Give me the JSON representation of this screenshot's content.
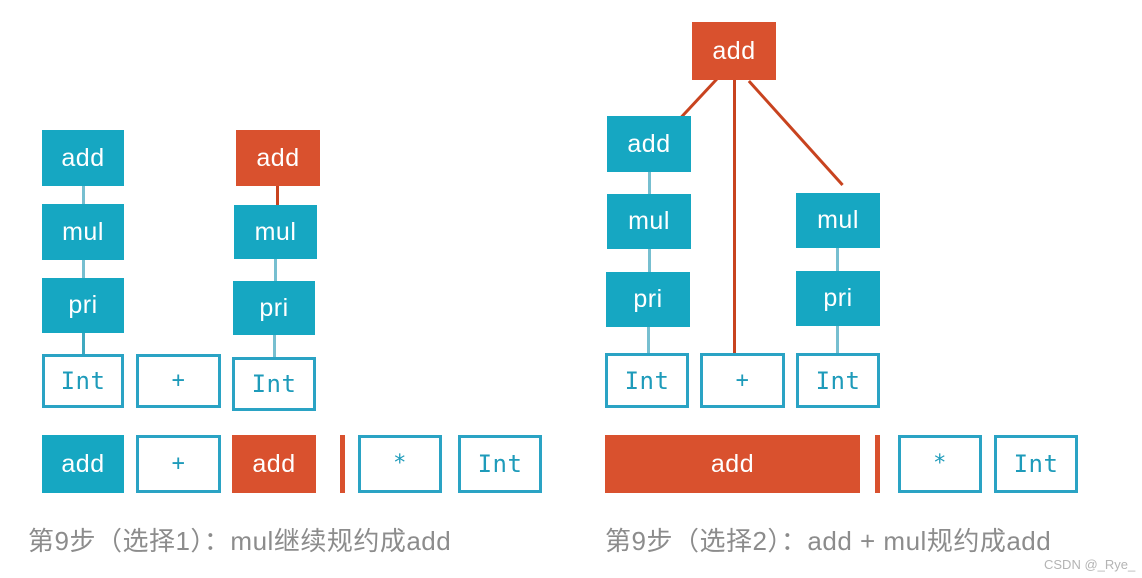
{
  "diagram": {
    "title_left": "第9步（选择1）：mul继续规约成add",
    "title_right": "第9步（选择2）：add + mul规约成add",
    "colors": {
      "teal_fill": "#16A7C2",
      "red_fill": "#D9512E",
      "outline_stroke": "#2AA3C4",
      "outline_text": "#1E9BBA",
      "caption_text": "#8C8C8C",
      "edge_teal": "#3FA9C0",
      "edge_red": "#C8431F"
    }
  },
  "left_panel": {
    "chain_a": [
      {
        "label": "add",
        "style": "teal"
      },
      {
        "label": "mul",
        "style": "teal"
      },
      {
        "label": "pri",
        "style": "teal"
      },
      {
        "label": "Int",
        "style": "open"
      }
    ],
    "middle_token": {
      "label": "+",
      "style": "open"
    },
    "chain_b": [
      {
        "label": "add",
        "style": "red"
      },
      {
        "label": "mul",
        "style": "teal"
      },
      {
        "label": "pri",
        "style": "teal"
      },
      {
        "label": "Int",
        "style": "open"
      }
    ],
    "stack_row": [
      {
        "label": "add",
        "style": "teal"
      },
      {
        "label": "+",
        "style": "open"
      },
      {
        "label": "add",
        "style": "red"
      },
      {
        "label": "|",
        "style": "separator"
      },
      {
        "label": "*",
        "style": "open"
      },
      {
        "label": "Int",
        "style": "open"
      }
    ]
  },
  "right_panel": {
    "root": {
      "label": "add",
      "style": "red"
    },
    "chain_a": [
      {
        "label": "add",
        "style": "teal"
      },
      {
        "label": "mul",
        "style": "teal"
      },
      {
        "label": "pri",
        "style": "teal"
      },
      {
        "label": "Int",
        "style": "open"
      }
    ],
    "middle_token": {
      "label": "+",
      "style": "open"
    },
    "chain_b": [
      {
        "label": "mul",
        "style": "teal"
      },
      {
        "label": "pri",
        "style": "teal"
      },
      {
        "label": "Int",
        "style": "open"
      }
    ],
    "stack_row": [
      {
        "label": "add",
        "style": "red-wide"
      },
      {
        "label": "|",
        "style": "separator"
      },
      {
        "label": "*",
        "style": "open"
      },
      {
        "label": "Int",
        "style": "open"
      }
    ]
  },
  "watermark": "CSDN @_Rye_"
}
